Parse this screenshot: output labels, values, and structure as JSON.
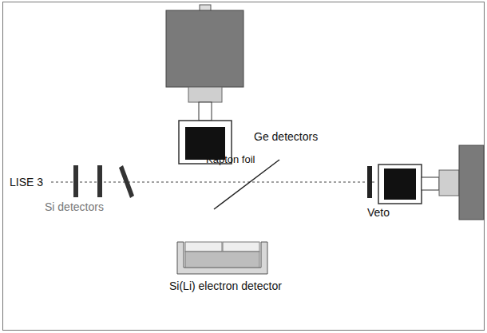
{
  "diagram": {
    "labels": [
      "Ge detectors",
      "LISE 3",
      "Si detectors",
      "Kapton foil",
      "Veto",
      "Si(Li) electron detector"
    ]
  }
}
